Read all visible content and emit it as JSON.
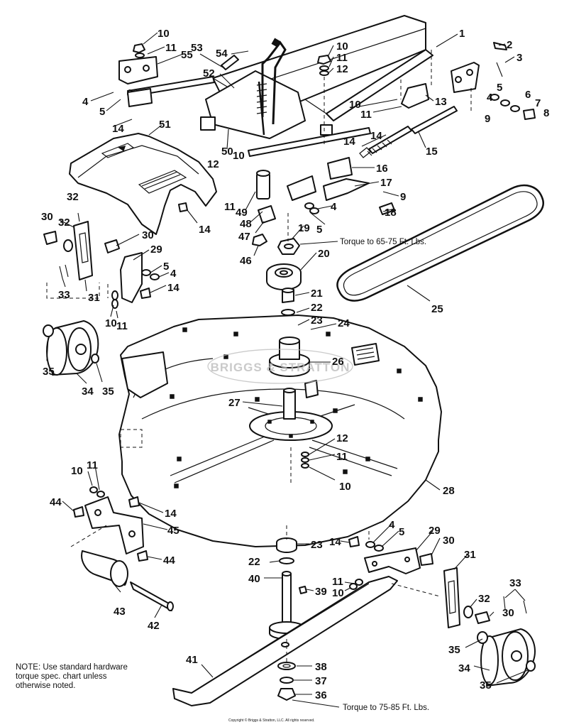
{
  "note": {
    "line1": "NOTE:  Use standard hardware",
    "line2": "torque spec. chart unless",
    "line3": "otherwise noted."
  },
  "torque_labels": {
    "pulley_nut": "Torque to 65-75 Ft. Lbs.",
    "blade_bolt": "Torque to 75-85 Ft. Lbs."
  },
  "watermark": "BRIGGS & STRATTON",
  "copyright": "Copyright © Briggs & Stratton, LLC. All rights reserved.",
  "callouts": [
    {
      "id": "c1",
      "text": "1"
    },
    {
      "id": "c2",
      "text": "2"
    },
    {
      "id": "c3",
      "text": "3"
    },
    {
      "id": "c4a",
      "text": "4"
    },
    {
      "id": "c5a",
      "text": "5"
    },
    {
      "id": "c6",
      "text": "6"
    },
    {
      "id": "c7",
      "text": "7"
    },
    {
      "id": "c8",
      "text": "8"
    },
    {
      "id": "c9a",
      "text": "9"
    },
    {
      "id": "c10a",
      "text": "10"
    },
    {
      "id": "c11a",
      "text": "11"
    },
    {
      "id": "c55",
      "text": "55"
    },
    {
      "id": "c53",
      "text": "53"
    },
    {
      "id": "c54",
      "text": "54"
    },
    {
      "id": "c52",
      "text": "52"
    },
    {
      "id": "c10b",
      "text": "10"
    },
    {
      "id": "c11b",
      "text": "11"
    },
    {
      "id": "c12a",
      "text": "12"
    },
    {
      "id": "c4b",
      "text": "4"
    },
    {
      "id": "c5b",
      "text": "5"
    },
    {
      "id": "c14a",
      "text": "14"
    },
    {
      "id": "c10c",
      "text": "10"
    },
    {
      "id": "c11c",
      "text": "11"
    },
    {
      "id": "c13",
      "text": "13"
    },
    {
      "id": "c14b",
      "text": "14"
    },
    {
      "id": "c15",
      "text": "15"
    },
    {
      "id": "c14c",
      "text": "14"
    },
    {
      "id": "c51",
      "text": "51"
    },
    {
      "id": "c50",
      "text": "50"
    },
    {
      "id": "c10d",
      "text": "10"
    },
    {
      "id": "c12b",
      "text": "12"
    },
    {
      "id": "c16",
      "text": "16"
    },
    {
      "id": "c17",
      "text": "17"
    },
    {
      "id": "c9b",
      "text": "9"
    },
    {
      "id": "c11d",
      "text": "11"
    },
    {
      "id": "c49",
      "text": "49"
    },
    {
      "id": "c48",
      "text": "48"
    },
    {
      "id": "c47",
      "text": "47"
    },
    {
      "id": "c18",
      "text": "18"
    },
    {
      "id": "c4c",
      "text": "4"
    },
    {
      "id": "c5c",
      "text": "5"
    },
    {
      "id": "c14d",
      "text": "14"
    },
    {
      "id": "c32a",
      "text": "32"
    },
    {
      "id": "c30a",
      "text": "30"
    },
    {
      "id": "c32b",
      "text": "32"
    },
    {
      "id": "c30b",
      "text": "30"
    },
    {
      "id": "c19",
      "text": "19"
    },
    {
      "id": "c46",
      "text": "46"
    },
    {
      "id": "c20",
      "text": "20"
    },
    {
      "id": "c29a",
      "text": "29"
    },
    {
      "id": "c5d",
      "text": "5"
    },
    {
      "id": "c4d",
      "text": "4"
    },
    {
      "id": "c14e",
      "text": "14"
    },
    {
      "id": "c33a",
      "text": "33"
    },
    {
      "id": "c31a",
      "text": "31"
    },
    {
      "id": "c21",
      "text": "21"
    },
    {
      "id": "c22a",
      "text": "22"
    },
    {
      "id": "c23a",
      "text": "23"
    },
    {
      "id": "c24",
      "text": "24"
    },
    {
      "id": "c25",
      "text": "25"
    },
    {
      "id": "c10e",
      "text": "10"
    },
    {
      "id": "c11e",
      "text": "11"
    },
    {
      "id": "c35a",
      "text": "35"
    },
    {
      "id": "c34a",
      "text": "34"
    },
    {
      "id": "c35b",
      "text": "35"
    },
    {
      "id": "c26",
      "text": "26"
    },
    {
      "id": "c27",
      "text": "27"
    },
    {
      "id": "c12c",
      "text": "12"
    },
    {
      "id": "c11f",
      "text": "11"
    },
    {
      "id": "c10f",
      "text": "10"
    },
    {
      "id": "c10g",
      "text": "10"
    },
    {
      "id": "c11g",
      "text": "11"
    },
    {
      "id": "c28",
      "text": "28"
    },
    {
      "id": "c44a",
      "text": "44"
    },
    {
      "id": "c14f",
      "text": "14"
    },
    {
      "id": "c45",
      "text": "45"
    },
    {
      "id": "c44b",
      "text": "44"
    },
    {
      "id": "c23b",
      "text": "23"
    },
    {
      "id": "c14g",
      "text": "14"
    },
    {
      "id": "c4e",
      "text": "4"
    },
    {
      "id": "c5e",
      "text": "5"
    },
    {
      "id": "c29b",
      "text": "29"
    },
    {
      "id": "c30c",
      "text": "30"
    },
    {
      "id": "c22b",
      "text": "22"
    },
    {
      "id": "c31b",
      "text": "31"
    },
    {
      "id": "c40",
      "text": "40"
    },
    {
      "id": "c11h",
      "text": "11"
    },
    {
      "id": "c10h",
      "text": "10"
    },
    {
      "id": "c39",
      "text": "39"
    },
    {
      "id": "c33b",
      "text": "33"
    },
    {
      "id": "c32c",
      "text": "32"
    },
    {
      "id": "c30d",
      "text": "30"
    },
    {
      "id": "c43",
      "text": "43"
    },
    {
      "id": "c42",
      "text": "42"
    },
    {
      "id": "c35c",
      "text": "35"
    },
    {
      "id": "c34b",
      "text": "34"
    },
    {
      "id": "c41",
      "text": "41"
    },
    {
      "id": "c38",
      "text": "38"
    },
    {
      "id": "c37",
      "text": "37"
    },
    {
      "id": "c35d",
      "text": "35"
    },
    {
      "id": "c36",
      "text": "36"
    }
  ]
}
